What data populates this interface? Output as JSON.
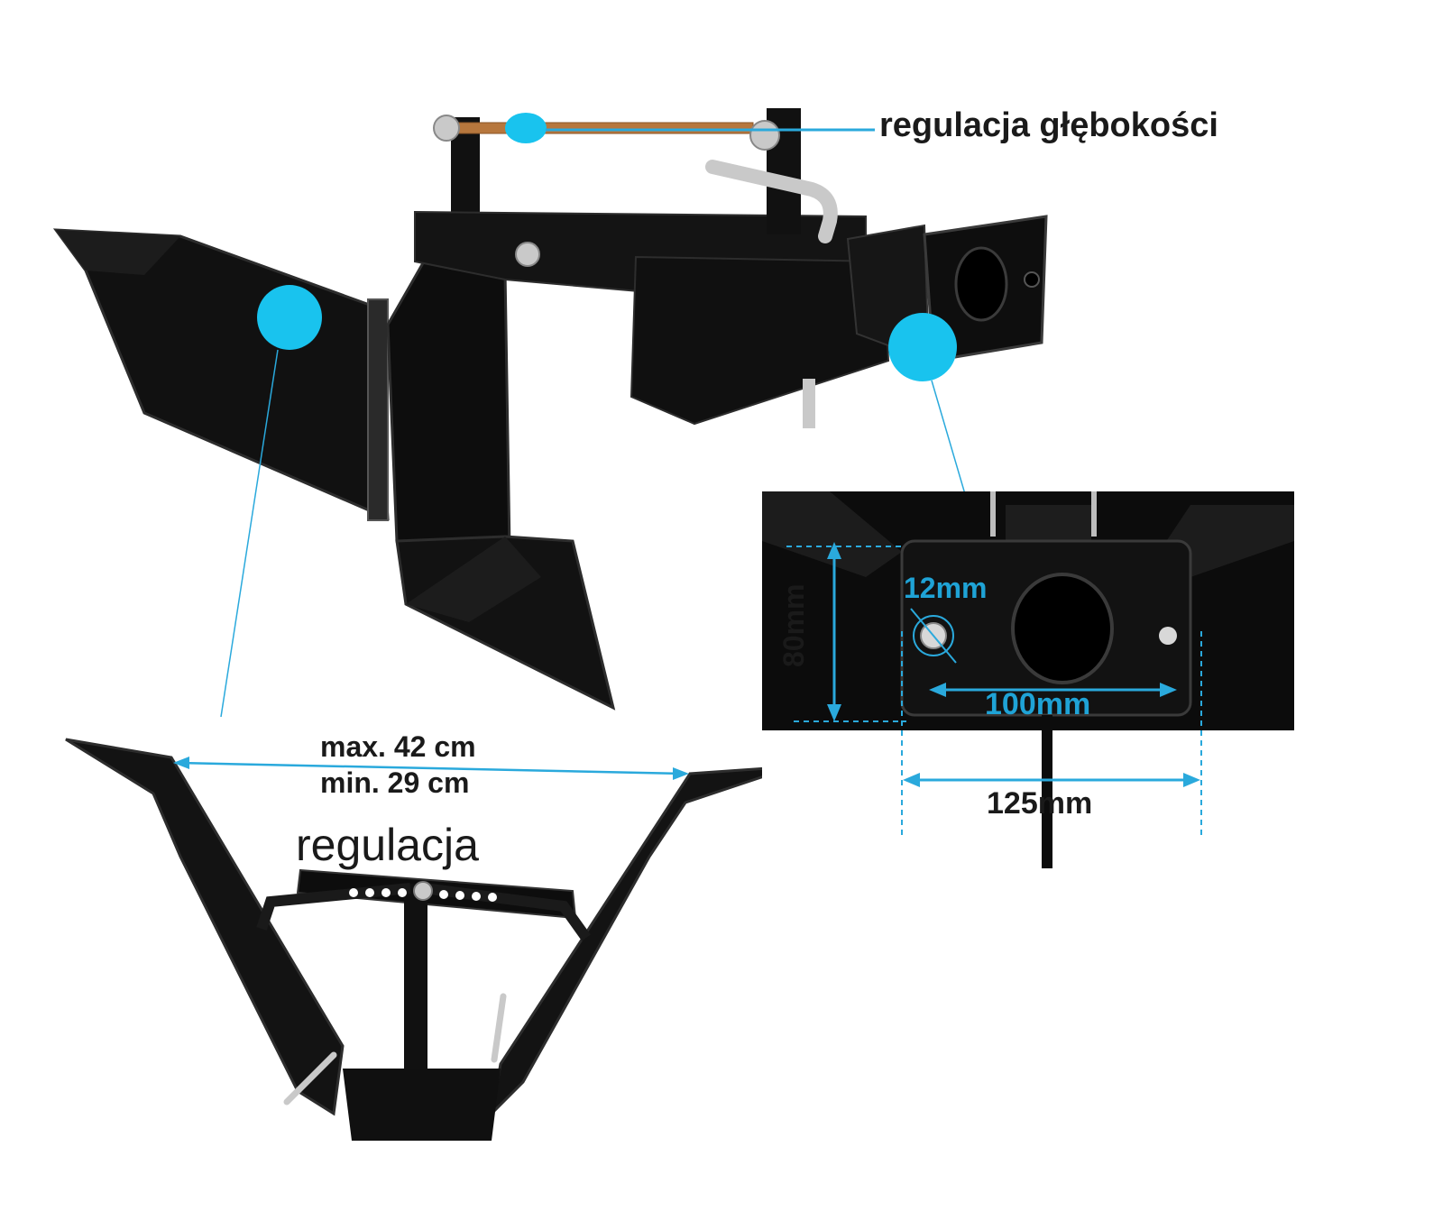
{
  "colors": {
    "accent": "#19c3ee",
    "line": "#2aa9dc",
    "metal": "#111111",
    "metal_edge": "#2d2d2d",
    "rod": "#b7773d",
    "chrome": "#c9c9c9"
  },
  "labels": {
    "depth_adjust": "regulacja głębokości",
    "width_max": "max. 42 cm",
    "width_min": "min. 29 cm",
    "width_adjust": "regulacja",
    "hole_diameter": "12mm",
    "height": "80mm",
    "hole_spacing": "100mm",
    "plate_width": "125mm"
  }
}
